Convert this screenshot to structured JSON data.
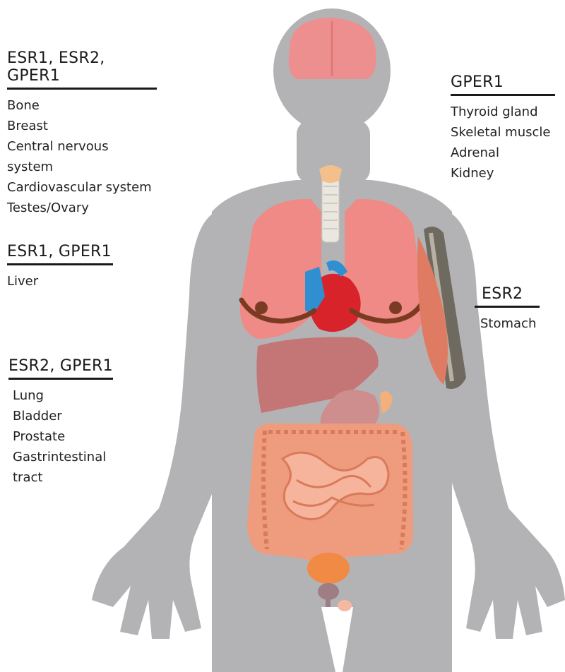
{
  "colors": {
    "body": "#b3b3b5",
    "brain": "#ee8f8f",
    "lung": "#ef8a86",
    "heart_red": "#d8232a",
    "heart_blue": "#2f8fd1",
    "liver": "#c56e6e",
    "stomach": "#cf8e8e",
    "intestine": "#ee9c7d",
    "bladder": "#f08a45",
    "prostate": "#9f7d84",
    "muscle": "#e07b63",
    "bone": "#6e6a5f",
    "breast": "#7b3b22",
    "trachea": "#e9e7e0",
    "thyroid": "#f3c08c"
  },
  "groups": [
    {
      "heading": "ESR1, ESR2, GPER1",
      "items": [
        "Bone",
        "Breast",
        "Central nervous system",
        "Cardiovascular system",
        "Testes/Ovary"
      ]
    },
    {
      "heading": "GPER1",
      "items": [
        "Thyroid gland",
        "Skeletal muscle",
        "Adrenal",
        "Kidney"
      ]
    },
    {
      "heading": "ESR1, GPER1",
      "items": [
        "Liver"
      ]
    },
    {
      "heading": "ESR2",
      "items": [
        "Stomach"
      ]
    },
    {
      "heading": "ESR2, GPER1",
      "items": [
        "Lung",
        "Bladder",
        "Prostate",
        "Gastrintestinal tract"
      ]
    }
  ]
}
